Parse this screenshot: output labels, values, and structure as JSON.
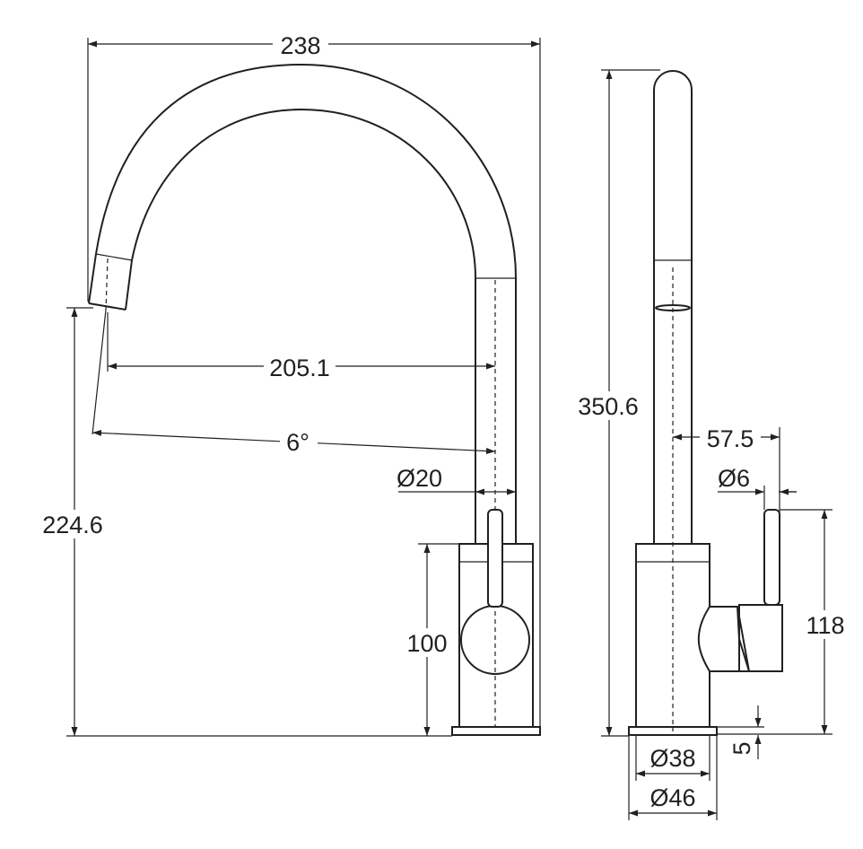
{
  "dimensions": {
    "overall_reach": "238",
    "spout_reach": "205.1",
    "spout_angle": "6°",
    "spout_diameter": "Ø20",
    "spout_outlet_height": "224.6",
    "body_height": "100",
    "total_height": "350.6",
    "handle_offset": "57.5",
    "handle_diameter": "Ø6",
    "handle_height": "118",
    "base_plate_thickness": "5",
    "body_diameter": "Ø38",
    "base_diameter": "Ø46"
  },
  "colors": {
    "line": "#231f20",
    "background": "#ffffff"
  }
}
